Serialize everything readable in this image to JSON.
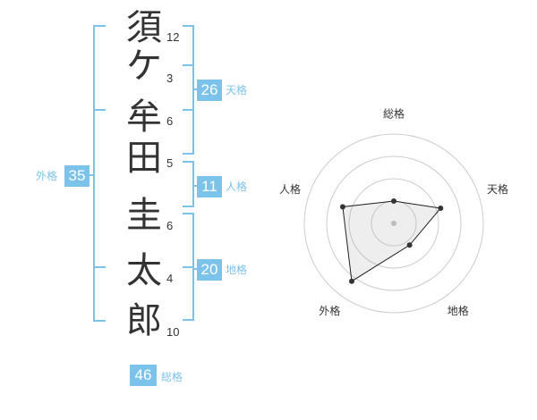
{
  "name_chars": [
    "須",
    "ケ",
    "牟",
    "田",
    "圭",
    "太",
    "郎"
  ],
  "strokes": [
    "12",
    "3",
    "6",
    "5",
    "6",
    "4",
    "10"
  ],
  "fortunes": {
    "tenkaku": {
      "value": "26",
      "label": "天格"
    },
    "jinkaku": {
      "value": "11",
      "label": "人格"
    },
    "chikaku": {
      "value": "20",
      "label": "地格"
    },
    "gaikaku": {
      "value": "35",
      "label": "外格"
    },
    "soukaku": {
      "value": "46",
      "label": "総格"
    }
  },
  "colors": {
    "accent": "#7cc3ec",
    "text": "#333333",
    "grid": "#cccccc"
  },
  "chart_data": {
    "type": "radar",
    "axes": [
      "総格",
      "天格",
      "地格",
      "外格",
      "人格"
    ],
    "values": [
      0.25,
      0.55,
      0.3,
      0.8,
      0.6
    ],
    "rings": 4
  }
}
